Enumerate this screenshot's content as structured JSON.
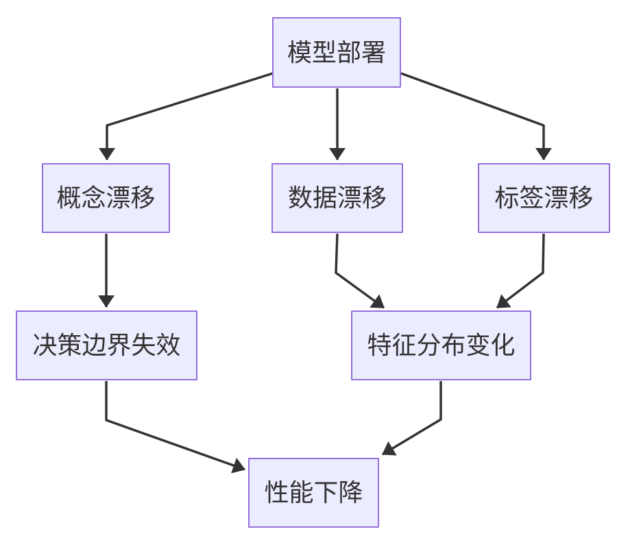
{
  "diagram": {
    "type": "flowchart",
    "direction": "top-down",
    "background": "#FFFFFF",
    "node_style": {
      "fill": "#ECECFF",
      "border_color": "#9370DB",
      "text_color": "#333333"
    },
    "edge_style": {
      "color": "#333333",
      "arrowhead": "filled-triangle"
    },
    "nodes": [
      {
        "id": "model-deploy",
        "label": "模型部署"
      },
      {
        "id": "concept-drift",
        "label": "概念漂移"
      },
      {
        "id": "data-drift",
        "label": "数据漂移"
      },
      {
        "id": "label-drift",
        "label": "标签漂移"
      },
      {
        "id": "decision-boundary-failure",
        "label": "决策边界失效"
      },
      {
        "id": "feature-distribution-change",
        "label": "特征分布变化"
      },
      {
        "id": "performance-degradation",
        "label": "性能下降"
      }
    ],
    "edges": [
      {
        "from": "模型部署",
        "to": "概念漂移"
      },
      {
        "from": "模型部署",
        "to": "数据漂移"
      },
      {
        "from": "模型部署",
        "to": "标签漂移"
      },
      {
        "from": "概念漂移",
        "to": "决策边界失效"
      },
      {
        "from": "数据漂移",
        "to": "特征分布变化"
      },
      {
        "from": "标签漂移",
        "to": "特征分布变化"
      },
      {
        "from": "决策边界失效",
        "to": "性能下降"
      },
      {
        "from": "特征分布变化",
        "to": "性能下降"
      }
    ]
  }
}
